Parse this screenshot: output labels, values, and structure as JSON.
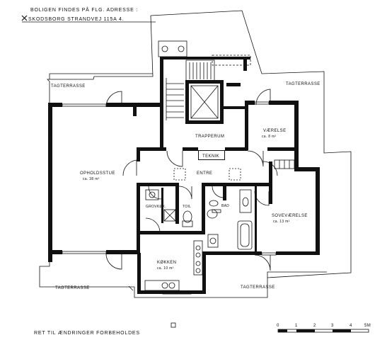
{
  "header": {
    "line1": "BOLIGEN FINDES PÅ FLG. ADRESSE :",
    "line2": "SKODSBORG STRANDVEJ  115A  4."
  },
  "rooms": {
    "terrace_top_left": "TAGTERRASSE",
    "terrace_top_right": "TAGTERRASSE",
    "terrace_bottom_left": "TAGTERRASSE",
    "terrace_bottom_right": "TAGTERRASSE",
    "living_name": "OPHOLDSSTUE",
    "living_area": "ca. 38 m²",
    "stair": "TRAPPERUM",
    "room_name": "VÆRELSE",
    "room_area": "ca. 8 m²",
    "technical": "TEKNIK",
    "hall": "ENTRE",
    "utility": "GROVKØK.",
    "toilet": "TOIL",
    "bath": "BAD",
    "bedroom_name": "SOVEVÆRELSE",
    "bedroom_area": "ca. 13 m²",
    "kitchen_name": "KØKKEN",
    "kitchen_area": "ca. 10 m²"
  },
  "footer": {
    "note": "RET TIL ÆNDRINGER FORBEHOLDES"
  },
  "scale": {
    "ticks": [
      "0",
      "1",
      "2",
      "3",
      "4",
      "5M"
    ]
  }
}
